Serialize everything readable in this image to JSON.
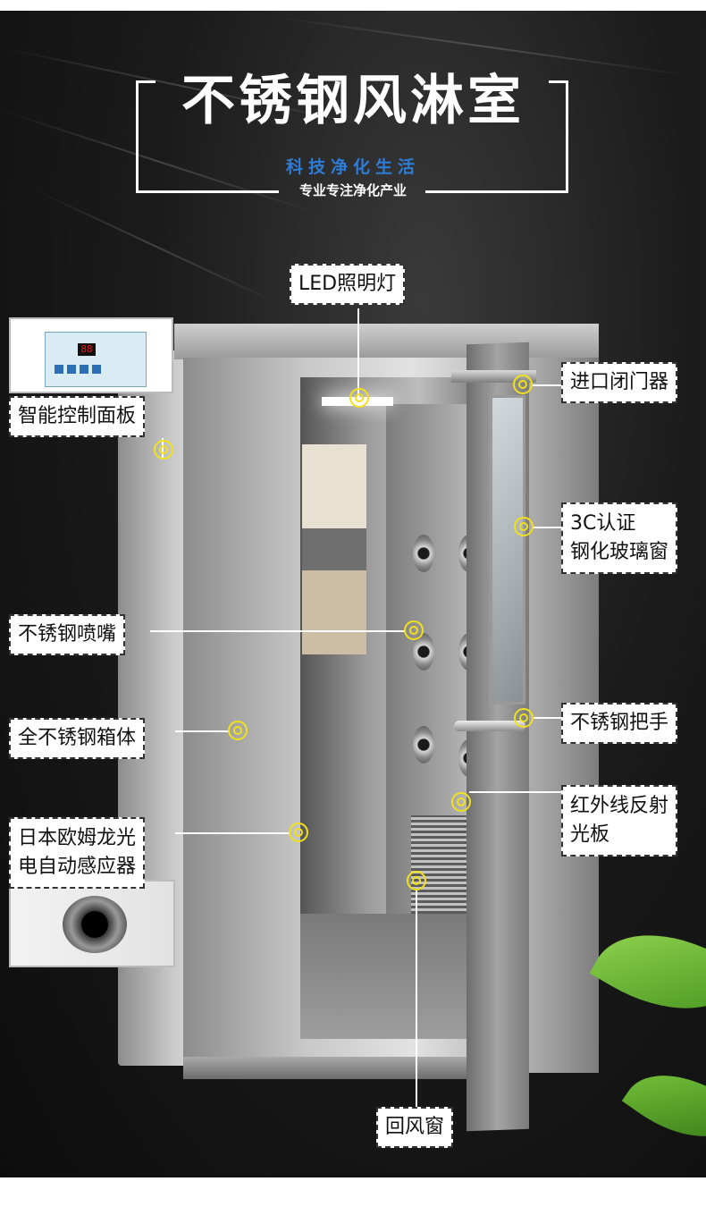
{
  "header": {
    "title": "不锈钢风淋室",
    "slogan": "科技净化生活",
    "subtitle": "专业专注净化产业"
  },
  "labels": {
    "led_light": "LED照明灯",
    "control_panel": "智能控制面板",
    "door_closer": "进口闭门器",
    "glass_window_line1": "3C认证",
    "glass_window_line2": "钢化玻璃窗",
    "nozzle": "不锈钢喷嘴",
    "body": "全不锈钢箱体",
    "handle": "不锈钢把手",
    "sensor_line1": "日本欧姆龙光",
    "sensor_line2": "电自动感应器",
    "reflector_line1": "红外线反射",
    "reflector_line2": "光板",
    "return_air": "回风窗"
  },
  "panel_display": "88",
  "colors": {
    "marker": "#f1e11b",
    "slogan": "#2f7cd6",
    "background": "#141414",
    "panel_display": "#e02020"
  }
}
